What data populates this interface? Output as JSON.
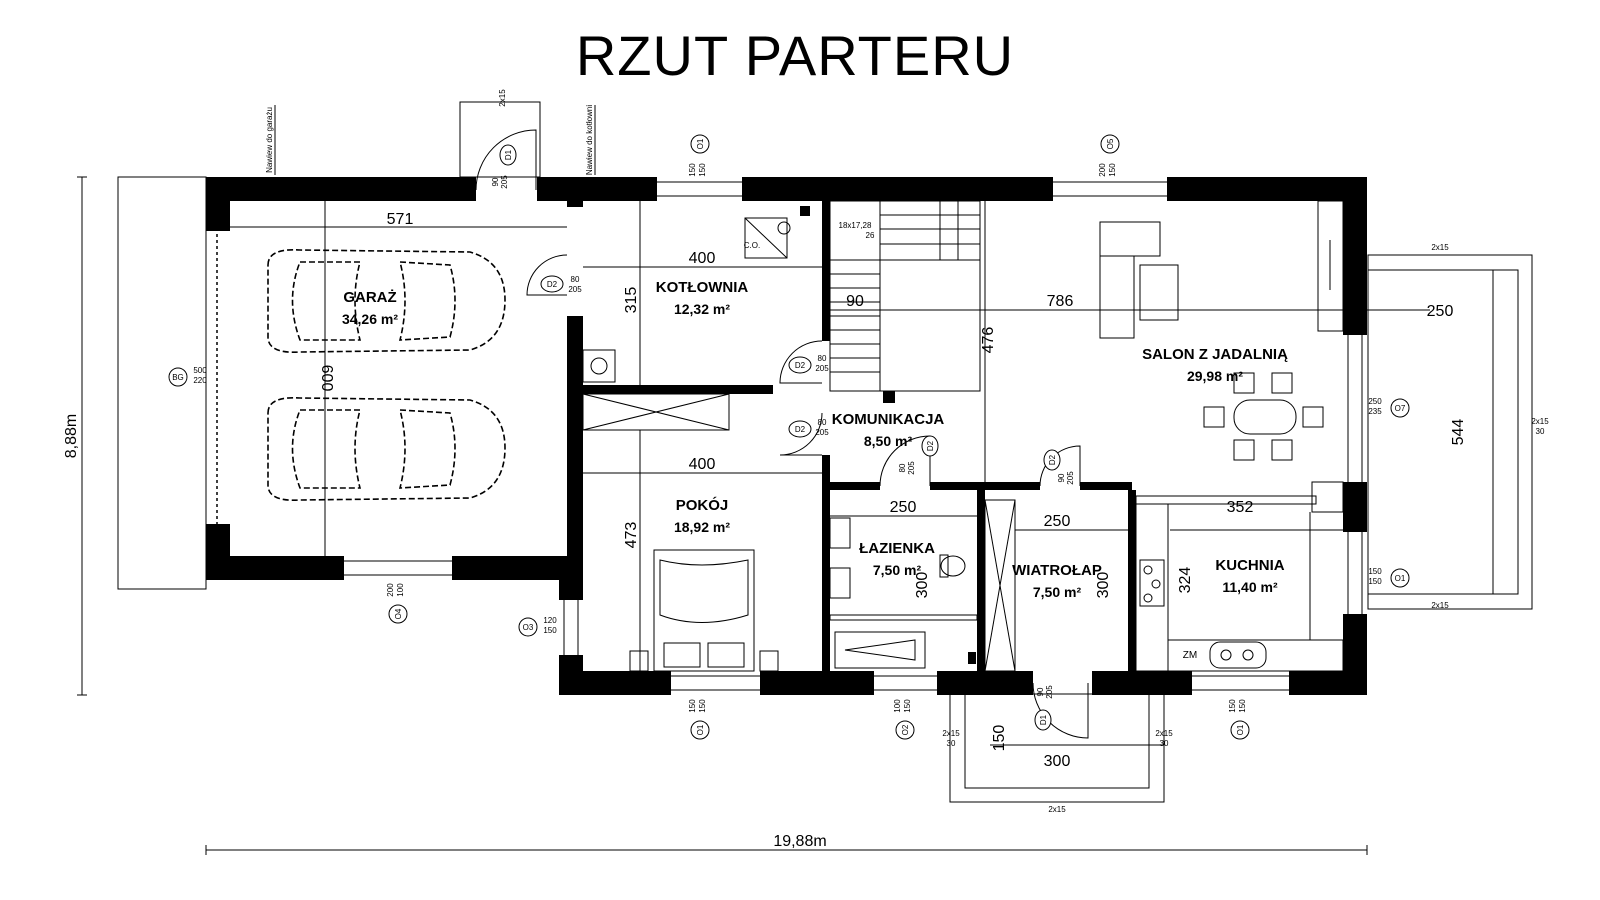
{
  "title": "RZUT PARTERU",
  "rooms": {
    "garaz": {
      "name": "GARAŻ",
      "area": "34,26 m²"
    },
    "kotlownia": {
      "name": "KOTŁOWNIA",
      "area": "12,32 m²"
    },
    "komunikacja": {
      "name": "KOMUNIKACJA",
      "area": "8,50 m²"
    },
    "pokoj": {
      "name": "POKÓJ",
      "area": "18,92 m²"
    },
    "lazienka": {
      "name": "ŁAZIENKA",
      "area": "7,50 m²"
    },
    "wiatrolap": {
      "name": "WIATROŁAP",
      "area": "7,50 m²"
    },
    "salon": {
      "name": "SALON Z JADALNIĄ",
      "area": "29,98 m²"
    },
    "kuchnia": {
      "name": "KUCHNIA",
      "area": "11,40 m²"
    }
  },
  "dimensions": {
    "total_width": "19,88m",
    "total_height": "8,88m",
    "garage_width": "571",
    "garage_depth": "600",
    "kotlownia_width": "400",
    "kotlownia_depth": "315",
    "pokoj_width": "400",
    "pokoj_depth": "473",
    "stair": "90",
    "salon_width": "786",
    "salon_depth": "476",
    "terrace_width": "250",
    "terrace_length": "544",
    "lazienka_width": "250",
    "lazienka_depth": "300",
    "wiatrolap_width": "250",
    "wiatrolap_depth": "300",
    "kuchnia_width": "352",
    "kuchnia_depth": "324",
    "porch_depth": "150",
    "porch_width": "300",
    "stair_steps": "18x17,28",
    "stair_steps_b": "26"
  },
  "tags": {
    "d1_top": {
      "code": "D1",
      "size_a": "90",
      "size_b": "205"
    },
    "d1_bottom": {
      "code": "D1",
      "size_a": "90",
      "size_b": "205"
    },
    "d2_garage": {
      "code": "D2",
      "size_a": "80",
      "size_b": "205"
    },
    "d2_kot": {
      "code": "D2",
      "size_a": "80",
      "size_b": "205"
    },
    "d2_kom": {
      "code": "D2",
      "size_a": "80",
      "size_b": "205"
    },
    "d2_laz": {
      "code": "D2",
      "size_a": "80",
      "size_b": "205"
    },
    "d2_wia": {
      "code": "D2",
      "size_a": "90",
      "size_b": "205"
    },
    "bg": {
      "code": "BG",
      "size_a": "500",
      "size_b": "220"
    },
    "o1_top": {
      "code": "O1",
      "size_a": "150",
      "size_b": "150"
    },
    "o5": {
      "code": "O5",
      "size_a": "200",
      "size_b": "150"
    },
    "o7": {
      "code": "O7",
      "size_a": "250",
      "size_b": "235"
    },
    "o1_right": {
      "code": "O1",
      "size_a": "150",
      "size_b": "150"
    },
    "o4": {
      "code": "O4",
      "size_a": "200",
      "size_b": "100"
    },
    "o3": {
      "code": "O3",
      "size_a": "120",
      "size_b": "150"
    },
    "o1_pokoj": {
      "code": "O1",
      "size_a": "150",
      "size_b": "150"
    },
    "o2": {
      "code": "O2",
      "size_a": "100",
      "size_b": "150"
    },
    "o1_kuchnia": {
      "code": "O1",
      "size_a": "150",
      "size_b": "150"
    }
  },
  "notes": {
    "garage_pipe": "Nawiew do garażu",
    "boiler_pipe": "Nawiew do kotłowni",
    "step": "2x15",
    "step_b": "30",
    "zm": "ZM",
    "co": "C.O."
  }
}
